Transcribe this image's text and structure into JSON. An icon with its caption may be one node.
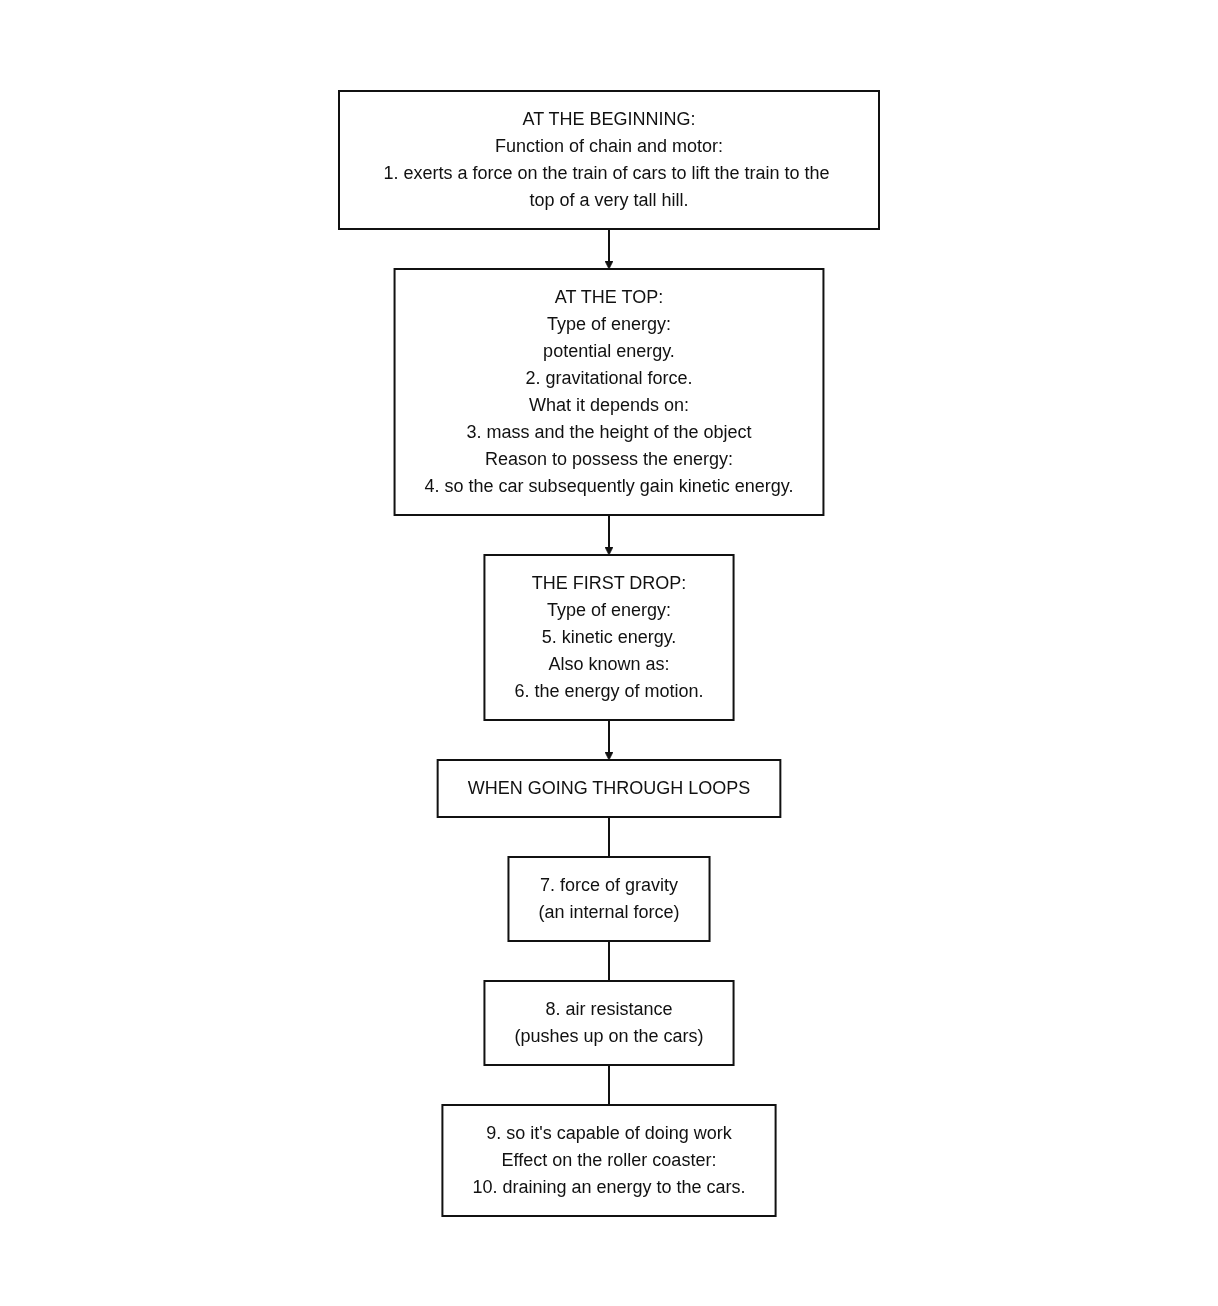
{
  "diagram": {
    "nodes": [
      {
        "text": [
          "AT THE BEGINNING:",
          "Function of chain and motor:",
          "1. exerts a force on the train of cars to lift the train to the top of a very tall hill."
        ]
      },
      {
        "text": [
          "AT THE TOP:",
          "Type of energy:",
          "potential energy.",
          "2. gravitational force.",
          "What it depends on:",
          "3. mass and the height of the object",
          "Reason to possess the energy:",
          "4. so the car subsequently gain kinetic energy."
        ]
      },
      {
        "text": [
          "THE FIRST DROP:",
          "Type of energy:",
          "5. kinetic energy.",
          "Also known as:",
          "6. the energy of motion."
        ]
      },
      {
        "text": [
          "WHEN GOING THROUGH LOOPS"
        ]
      },
      {
        "text": [
          "7. force of gravity",
          "(an internal force)"
        ]
      },
      {
        "text": [
          "8. air resistance",
          "(pushes up on the cars)"
        ]
      },
      {
        "text": [
          "9. so it's capable of doing work",
          "Effect on the roller coaster:",
          "10. draining an energy to the cars."
        ]
      }
    ],
    "edges": [
      {
        "from": 0,
        "to": 1,
        "arrow": "to"
      },
      {
        "from": 1,
        "to": 2,
        "arrow": "to"
      },
      {
        "from": 2,
        "to": 3,
        "arrow": "to"
      },
      {
        "from": 3,
        "to": 4,
        "arrow": "none"
      },
      {
        "from": 4,
        "to": 5,
        "arrow": "none"
      },
      {
        "from": 5,
        "to": 6,
        "arrow": "none"
      }
    ]
  }
}
